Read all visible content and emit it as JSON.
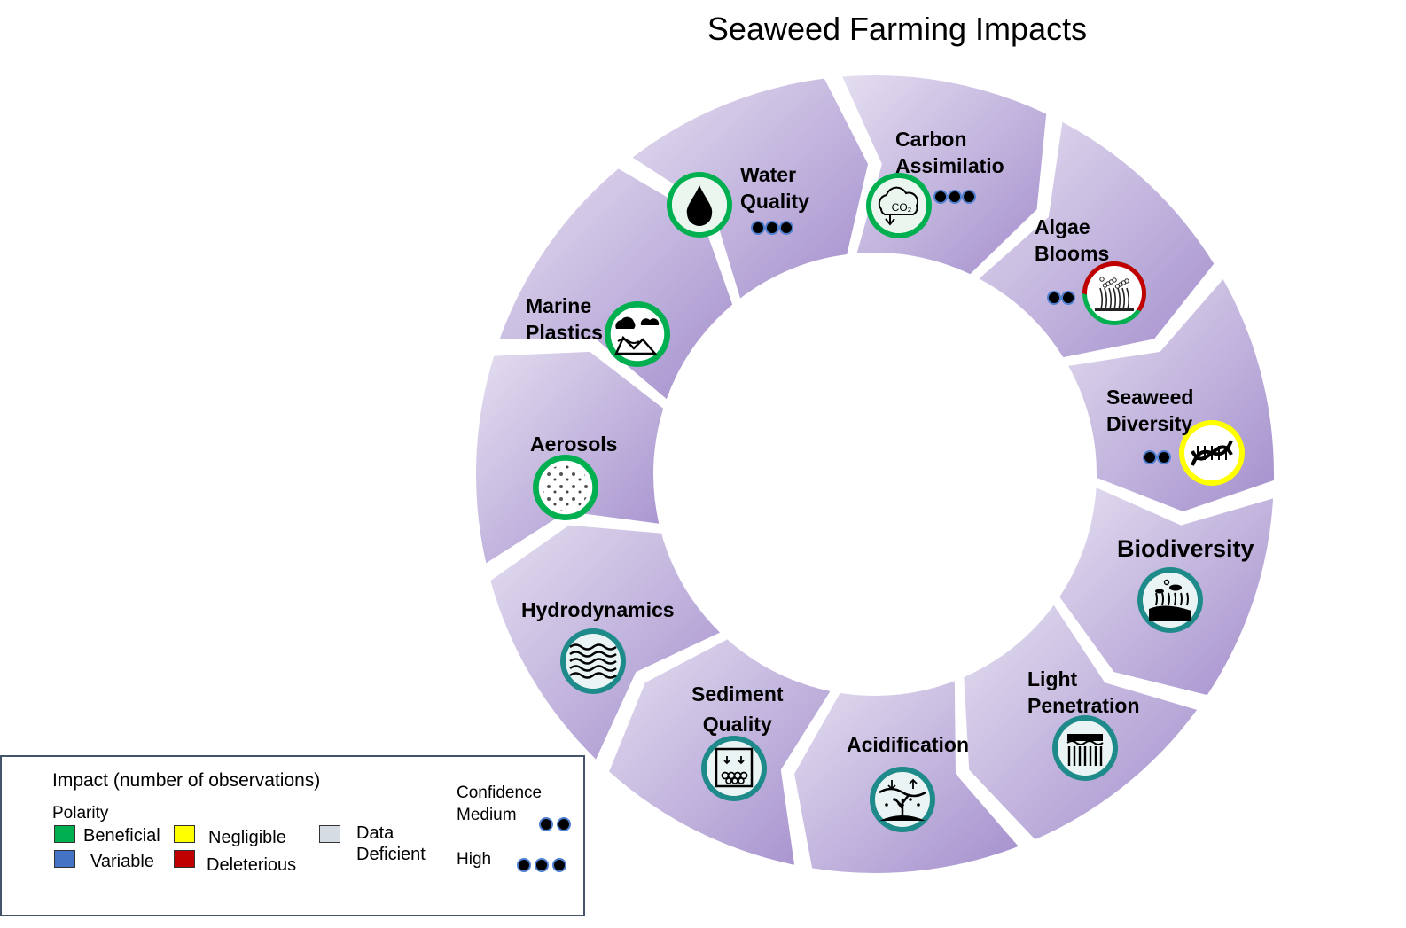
{
  "title": "Seaweed Farming Impacts",
  "colors": {
    "segment_light": "#e4def0",
    "segment_dark": "#a48fcd",
    "beneficial": "#00b050",
    "variable": "#4472c4",
    "negligible": "#ffff00",
    "deleterious": "#c00000",
    "data_deficient": "#d6dce4",
    "teal_ring": "#1f8a8a",
    "dot_fill": "#000000",
    "dot_outline": "#4f7fd0"
  },
  "segments": [
    {
      "id": "carbon",
      "label_lines": [
        "Carbon",
        "Assimilatio"
      ],
      "icon": "co2-cloud-icon",
      "ring": "beneficial",
      "confidence": 3
    },
    {
      "id": "algae",
      "label_lines": [
        "Algae",
        "Blooms"
      ],
      "icon": "algae-bloom-icon",
      "ring": "deleterious-beneficial",
      "confidence": 2
    },
    {
      "id": "seaweed-diversity",
      "label_lines": [
        "Seaweed",
        "Diversity"
      ],
      "icon": "dna-icon",
      "ring": "negligible",
      "confidence": 2
    },
    {
      "id": "biodiversity",
      "label_lines": [
        "Biodiversity"
      ],
      "icon": "biodiversity-icon",
      "ring": "teal",
      "confidence": 0
    },
    {
      "id": "light",
      "label_lines": [
        "Light",
        "Penetration"
      ],
      "icon": "light-penetration-icon",
      "ring": "teal",
      "confidence": 0
    },
    {
      "id": "acidification",
      "label_lines": [
        "Acidification"
      ],
      "icon": "acidification-icon",
      "ring": "teal",
      "confidence": 0
    },
    {
      "id": "sediment",
      "label_lines": [
        "Sediment",
        "Quality"
      ],
      "icon": "sediment-icon",
      "ring": "teal",
      "confidence": 0
    },
    {
      "id": "hydro",
      "label_lines": [
        "Hydrodynamics"
      ],
      "icon": "waves-icon",
      "ring": "teal",
      "confidence": 0
    },
    {
      "id": "aerosols",
      "label_lines": [
        "Aerosols"
      ],
      "icon": "aerosol-particles-icon",
      "ring": "beneficial",
      "confidence": 0
    },
    {
      "id": "plastics",
      "label_lines": [
        "Marine",
        "Plastics"
      ],
      "icon": "marine-plastics-icon",
      "ring": "beneficial",
      "confidence": 0
    },
    {
      "id": "water",
      "label_lines": [
        "Water",
        "Quality"
      ],
      "icon": "water-drop-icon",
      "ring": "beneficial",
      "confidence": 3
    }
  ],
  "legend": {
    "title": "Impact (number of observations)",
    "polarity_label": "Polarity",
    "items": {
      "beneficial": "Beneficial",
      "variable": "Variable",
      "negligible": "Negligible",
      "deleterious": "Deleterious",
      "data_deficient_line1": "Data",
      "data_deficient_line2": "Deficient"
    },
    "confidence_label": "Confidence",
    "medium_label": "Medium",
    "high_label": "High"
  }
}
